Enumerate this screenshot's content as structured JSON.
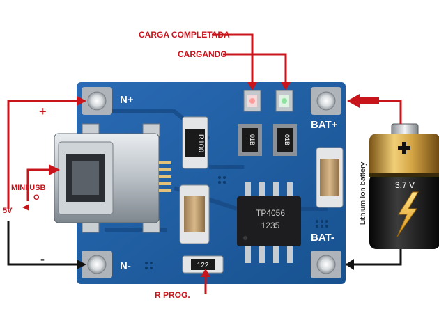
{
  "labels": {
    "carga_completada": "CARGA COMPLETADA",
    "cargando": "CARGANDO",
    "plus": "+",
    "minus": "-",
    "mini_usb_line1": "MINI USB",
    "mini_usb_line2": "O",
    "five_v": "5V",
    "r_prog": "R PROG."
  },
  "board": {
    "n_plus": "N+",
    "n_minus": "N-",
    "bat_plus": "BAT+",
    "bat_minus": "BAT-",
    "resistor_code": "R100",
    "chip_line1": "TP4056",
    "chip_line2": "1235",
    "prog_code": "122",
    "sot_code_1": "01B",
    "sot_code_2": "01B"
  },
  "battery": {
    "voltage": "3,7 V",
    "type": "Lithium Ion battery",
    "plus_symbol": "+"
  },
  "colors": {
    "board": "#1e5ea6",
    "arrow_red": "#c8141b",
    "wire_black": "#111111",
    "battery_gold": "#c89a38"
  }
}
